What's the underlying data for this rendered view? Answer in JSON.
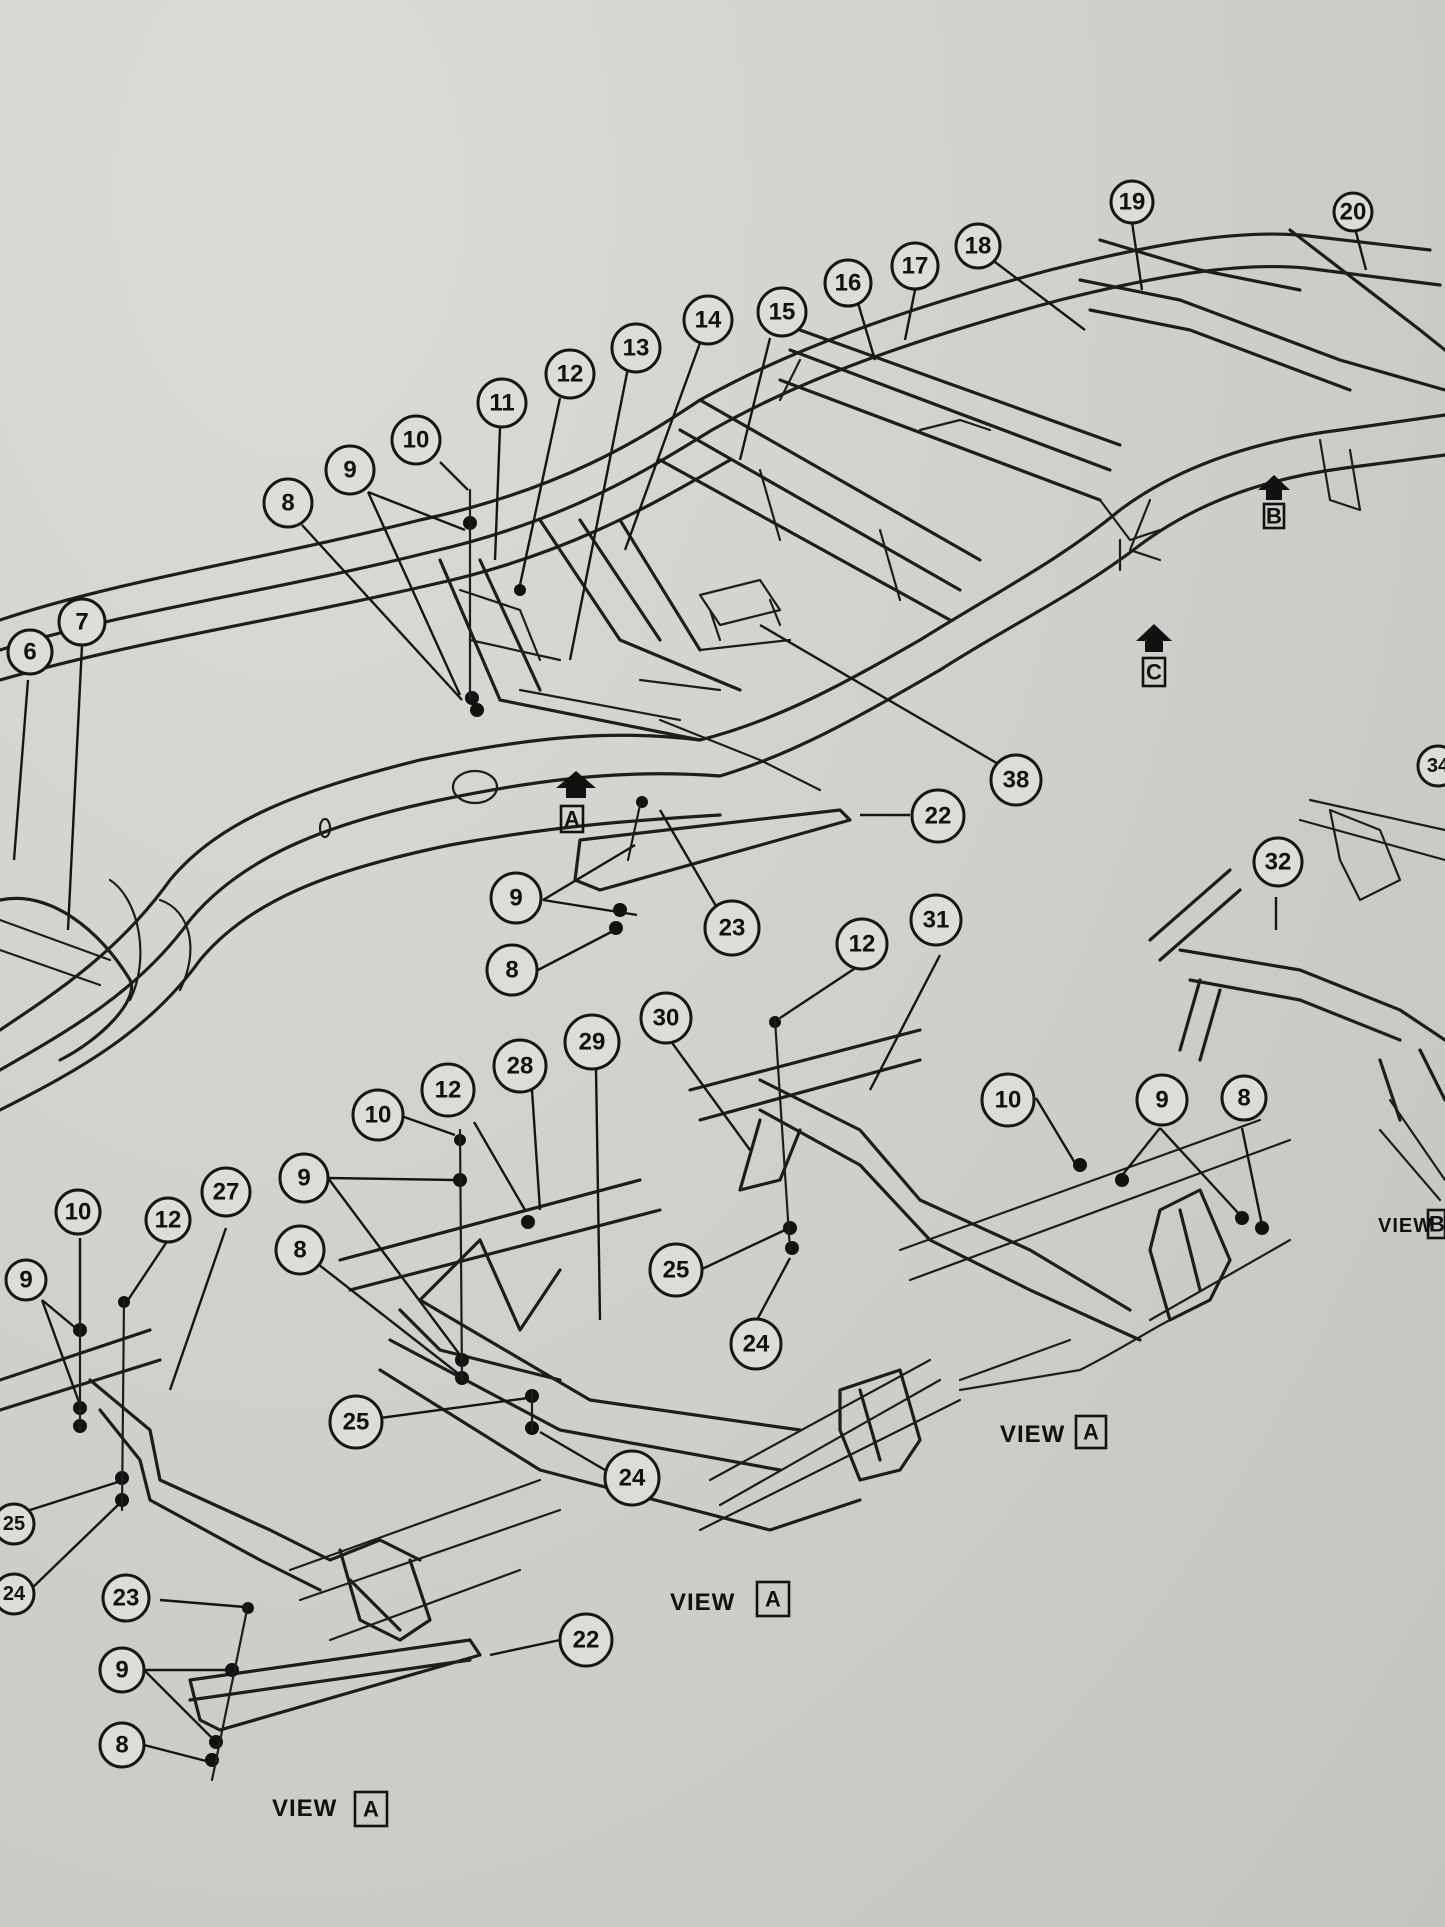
{
  "callouts": [
    {
      "id": "c19",
      "label": "19"
    },
    {
      "id": "c20",
      "label": "20"
    },
    {
      "id": "c18",
      "label": "18"
    },
    {
      "id": "c17",
      "label": "17"
    },
    {
      "id": "c16",
      "label": "16"
    },
    {
      "id": "c15",
      "label": "15"
    },
    {
      "id": "c14",
      "label": "14"
    },
    {
      "id": "c13",
      "label": "13"
    },
    {
      "id": "c12a",
      "label": "12"
    },
    {
      "id": "c11",
      "label": "11"
    },
    {
      "id": "c10a",
      "label": "10"
    },
    {
      "id": "c9a",
      "label": "9"
    },
    {
      "id": "c8a",
      "label": "8"
    },
    {
      "id": "c7",
      "label": "7"
    },
    {
      "id": "c6",
      "label": "6"
    },
    {
      "id": "c38",
      "label": "38"
    },
    {
      "id": "c22a",
      "label": "22"
    },
    {
      "id": "c34",
      "label": "34"
    },
    {
      "id": "c32",
      "label": "32"
    },
    {
      "id": "c9b",
      "label": "9"
    },
    {
      "id": "c23a",
      "label": "23"
    },
    {
      "id": "c8b",
      "label": "8"
    },
    {
      "id": "c12b",
      "label": "12"
    },
    {
      "id": "c31",
      "label": "31"
    },
    {
      "id": "c30",
      "label": "30"
    },
    {
      "id": "c29",
      "label": "29"
    },
    {
      "id": "c28",
      "label": "28"
    },
    {
      "id": "c12c",
      "label": "12"
    },
    {
      "id": "c10b",
      "label": "10"
    },
    {
      "id": "c9c",
      "label": "9"
    },
    {
      "id": "c8c",
      "label": "8"
    },
    {
      "id": "c10c",
      "label": "10"
    },
    {
      "id": "c9d",
      "label": "9"
    },
    {
      "id": "c8d",
      "label": "8"
    },
    {
      "id": "c25a",
      "label": "25"
    },
    {
      "id": "c24a",
      "label": "24"
    },
    {
      "id": "c25b",
      "label": "25"
    },
    {
      "id": "c24b",
      "label": "24"
    },
    {
      "id": "c10d",
      "label": "10"
    },
    {
      "id": "c12d",
      "label": "12"
    },
    {
      "id": "c27",
      "label": "27"
    },
    {
      "id": "c9e",
      "label": "9"
    },
    {
      "id": "c25c",
      "label": "25"
    },
    {
      "id": "c24c",
      "label": "24"
    },
    {
      "id": "c23b",
      "label": "23"
    },
    {
      "id": "c9f",
      "label": "9"
    },
    {
      "id": "c8e",
      "label": "8"
    },
    {
      "id": "c22b",
      "label": "22"
    }
  ],
  "view_labels": [
    {
      "id": "v1",
      "word": "VIEW",
      "letter": "A"
    },
    {
      "id": "v2",
      "word": "VIEW",
      "letter": "A"
    },
    {
      "id": "v3",
      "word": "VIEW",
      "letter": "A"
    },
    {
      "id": "v4",
      "word": "VIEW",
      "letter": "B"
    }
  ],
  "view_arrows": [
    {
      "id": "aA",
      "letter": "A"
    },
    {
      "id": "aB",
      "letter": "B"
    },
    {
      "id": "aC",
      "letter": "C"
    }
  ]
}
